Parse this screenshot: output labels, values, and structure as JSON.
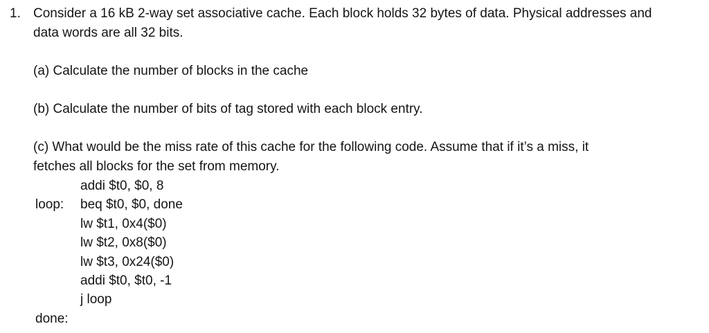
{
  "document": {
    "problem_number": "1.",
    "intro_lines": [
      "Consider a 16 kB 2-way set associative cache. Each block holds 32 bytes of data. Physical addresses and",
      "data words are all 32 bits."
    ],
    "part_a": "(a) Calculate the number of blocks in the cache",
    "part_b": "(b) Calculate the number of bits of tag stored with each block entry.",
    "part_c_lines": [
      "(c) What would be the miss rate of this cache for the following code. Assume that if it’s a miss, it",
      "fetches all blocks for the set from memory."
    ],
    "code": [
      {
        "label": "",
        "instruction": "addi $t0, $0, 8"
      },
      {
        "label": "loop:",
        "instruction": "beq $t0, $0, done"
      },
      {
        "label": "",
        "instruction": "lw $t1, 0x4($0)"
      },
      {
        "label": "",
        "instruction": "lw $t2, 0x8($0)"
      },
      {
        "label": "",
        "instruction": "lw $t3, 0x24($0)"
      },
      {
        "label": "",
        "instruction": "addi $t0, $t0, -1"
      },
      {
        "label": "",
        "instruction": "j loop"
      },
      {
        "label": "done:",
        "instruction": ""
      }
    ]
  }
}
